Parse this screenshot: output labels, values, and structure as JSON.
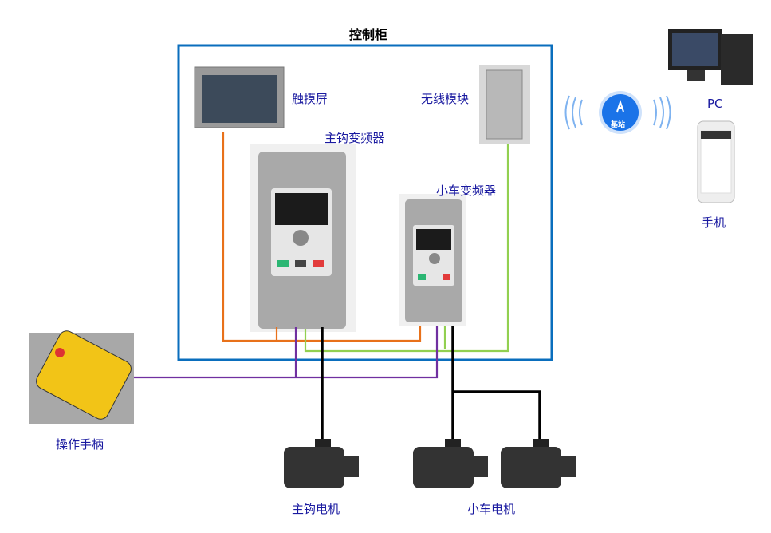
{
  "title": "控制柜",
  "labels": {
    "touchscreen": "触摸屏",
    "wireless_module": "无线模块",
    "hook_vfd": "主钩变频器",
    "trolley_vfd": "小车变频器",
    "pc": "PC",
    "phone": "手机",
    "pendant": "操作手柄",
    "hook_motor": "主钩电机",
    "trolley_motor": "小车电机",
    "base_station": "基站"
  },
  "colors": {
    "cabinet_border": "#0a6ebd",
    "orange_wire": "#e8711a",
    "green_wire": "#92d050",
    "purple_wire": "#7030a0",
    "power_wire": "#000000",
    "base_station": "#1a73e8"
  }
}
